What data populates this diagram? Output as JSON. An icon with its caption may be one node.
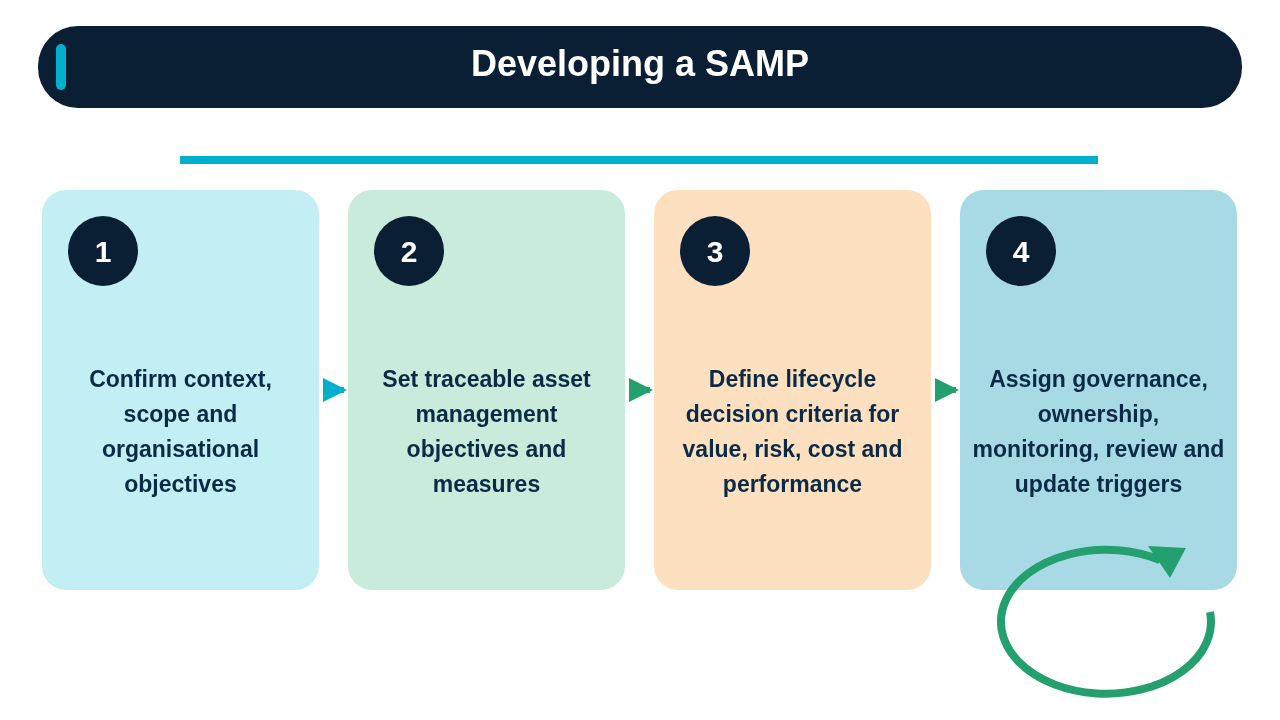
{
  "diagram": {
    "title": "Developing a SAMP",
    "nodes": [
      {
        "text": [
          "1",
          "Confirm context, scope and organisational objectives"
        ]
      },
      {
        "text": [
          "2",
          "Set traceable asset management objectives and measures"
        ]
      },
      {
        "text": [
          "3",
          "Define lifecycle decision criteria for value, risk, cost and performance"
        ]
      },
      {
        "text": [
          "4",
          "Assign governance, ownership, monitoring, review and update triggers"
        ]
      }
    ],
    "edges": [
      {
        "from": 0,
        "to": 1,
        "arrow": "to",
        "color": "#00b0cc"
      },
      {
        "from": 1,
        "to": 2,
        "arrow": "to"
      },
      {
        "from": 2,
        "to": 3,
        "arrow": "to"
      }
    ]
  }
}
